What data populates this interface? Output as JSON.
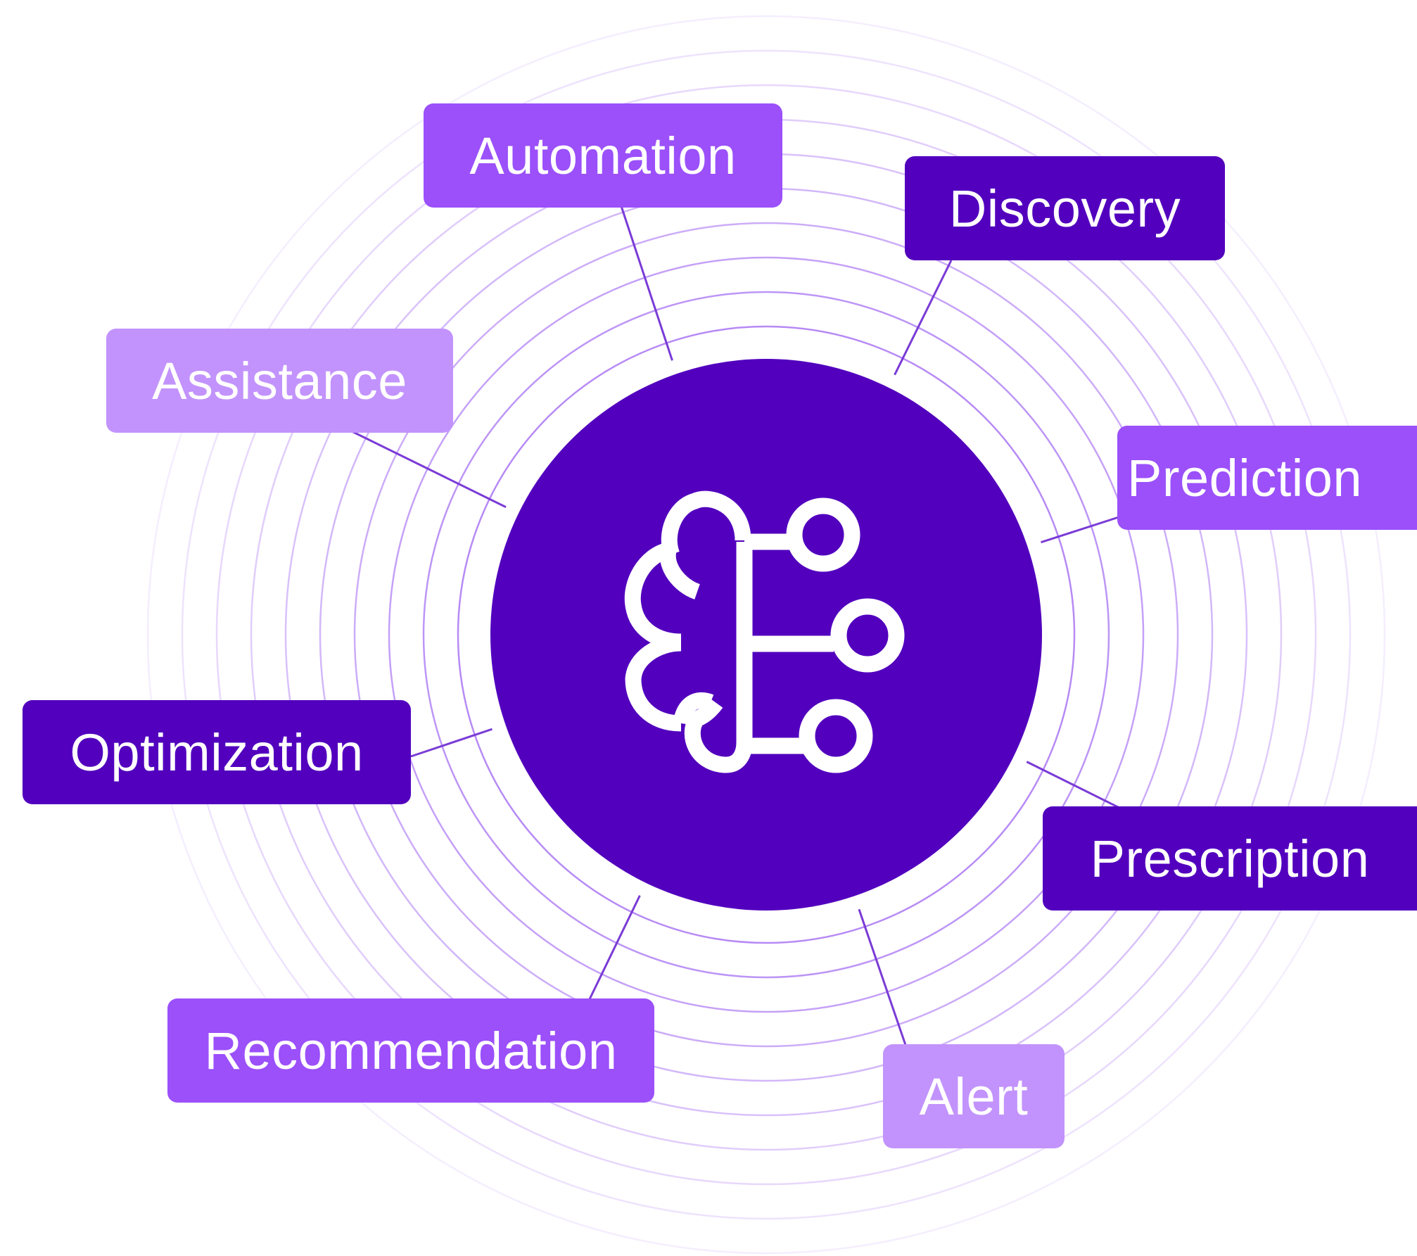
{
  "colors": {
    "dark": "#5200be",
    "mid": "#9b50fa",
    "light": "#c293fc",
    "ring": "#b78af5",
    "connector": "#7a3bd6",
    "background": "#ffffff"
  },
  "center": {
    "icon": "brain-network-icon"
  },
  "labels": [
    {
      "key": "automation",
      "text": "Automation",
      "tone": "mid"
    },
    {
      "key": "discovery",
      "text": "Discovery",
      "tone": "dark"
    },
    {
      "key": "assistance",
      "text": "Assistance",
      "tone": "light"
    },
    {
      "key": "prediction",
      "text": "Prediction",
      "tone": "mid"
    },
    {
      "key": "optimization",
      "text": "Optimization",
      "tone": "dark"
    },
    {
      "key": "prescription",
      "text": "Prescription",
      "tone": "dark"
    },
    {
      "key": "recommendation",
      "text": "Recommendation",
      "tone": "mid"
    },
    {
      "key": "alert",
      "text": "Alert",
      "tone": "light"
    }
  ]
}
